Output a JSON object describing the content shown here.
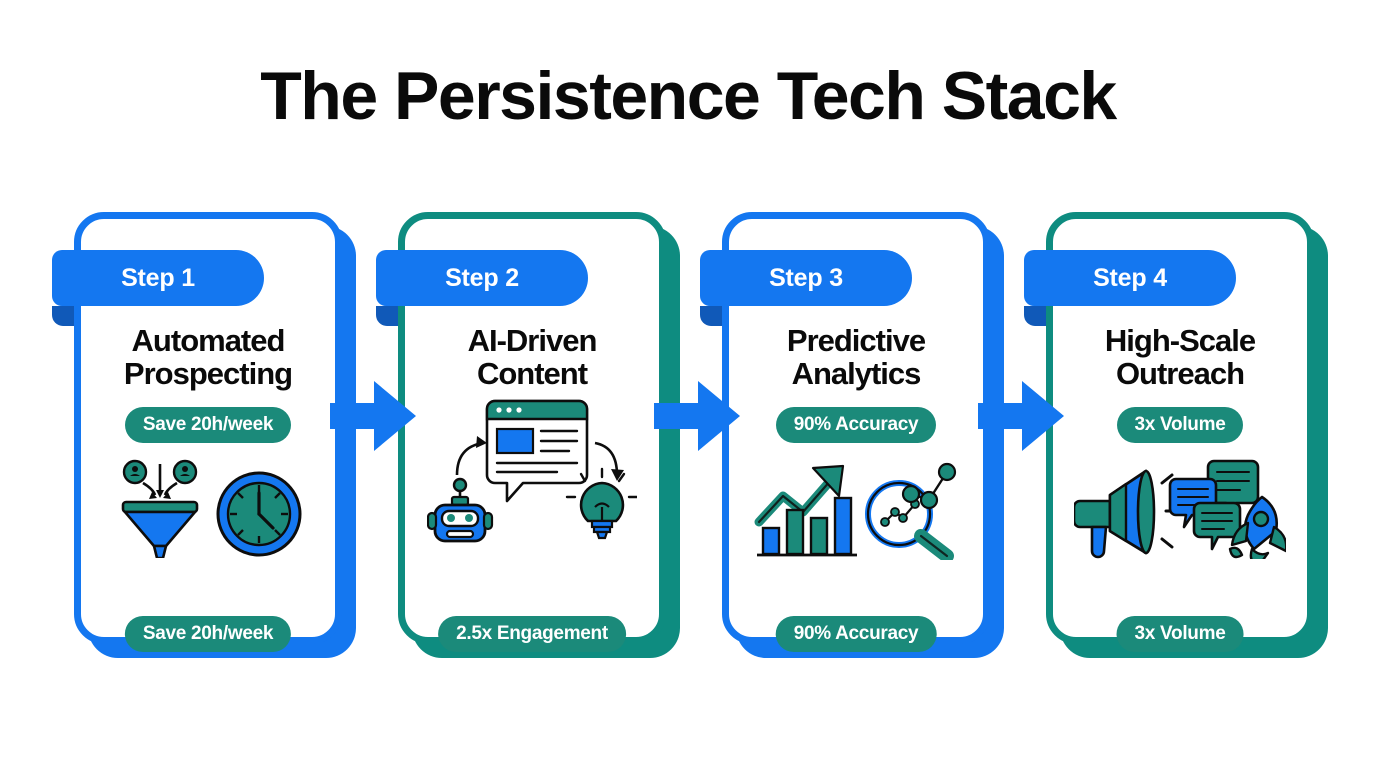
{
  "page": {
    "title": "The Persistence Tech Stack",
    "background": "#ffffff"
  },
  "colors": {
    "blue": "#1477f0",
    "blue_dark": "#1059b8",
    "teal": "#0e8c80",
    "badge_teal": "#1b8a7a",
    "title_text": "#0a0a0a",
    "card_fill": "#ffffff"
  },
  "cards": [
    {
      "step_label": "Step 1",
      "title": "Automated\nProspecting",
      "badge_top": "Save 20h/week",
      "badge_bottom": "Save 20h/week",
      "accent": "blue",
      "icons": [
        "funnel-icon",
        "clock-icon"
      ]
    },
    {
      "step_label": "Step 2",
      "title": "AI-Driven\nContent",
      "badge_top": "",
      "badge_bottom": "2.5x Engagement",
      "accent": "teal",
      "icons": [
        "robot-icon",
        "content-window-icon",
        "lightbulb-icon"
      ]
    },
    {
      "step_label": "Step 3",
      "title": "Predictive\nAnalytics",
      "badge_top": "90% Accuracy",
      "badge_bottom": "90% Accuracy",
      "accent": "blue",
      "icons": [
        "bar-chart-growth-icon",
        "magnifier-network-icon"
      ]
    },
    {
      "step_label": "Step 4",
      "title": "High-Scale\nOutreach",
      "badge_top": "3x Volume",
      "badge_bottom": "3x Volume",
      "accent": "teal",
      "icons": [
        "megaphone-icon",
        "speech-bubbles-icon",
        "rocket-icon"
      ]
    }
  ],
  "connectors": [
    {
      "name": "arrow-1-to-2"
    },
    {
      "name": "arrow-2-to-3"
    },
    {
      "name": "arrow-3-to-4"
    }
  ]
}
